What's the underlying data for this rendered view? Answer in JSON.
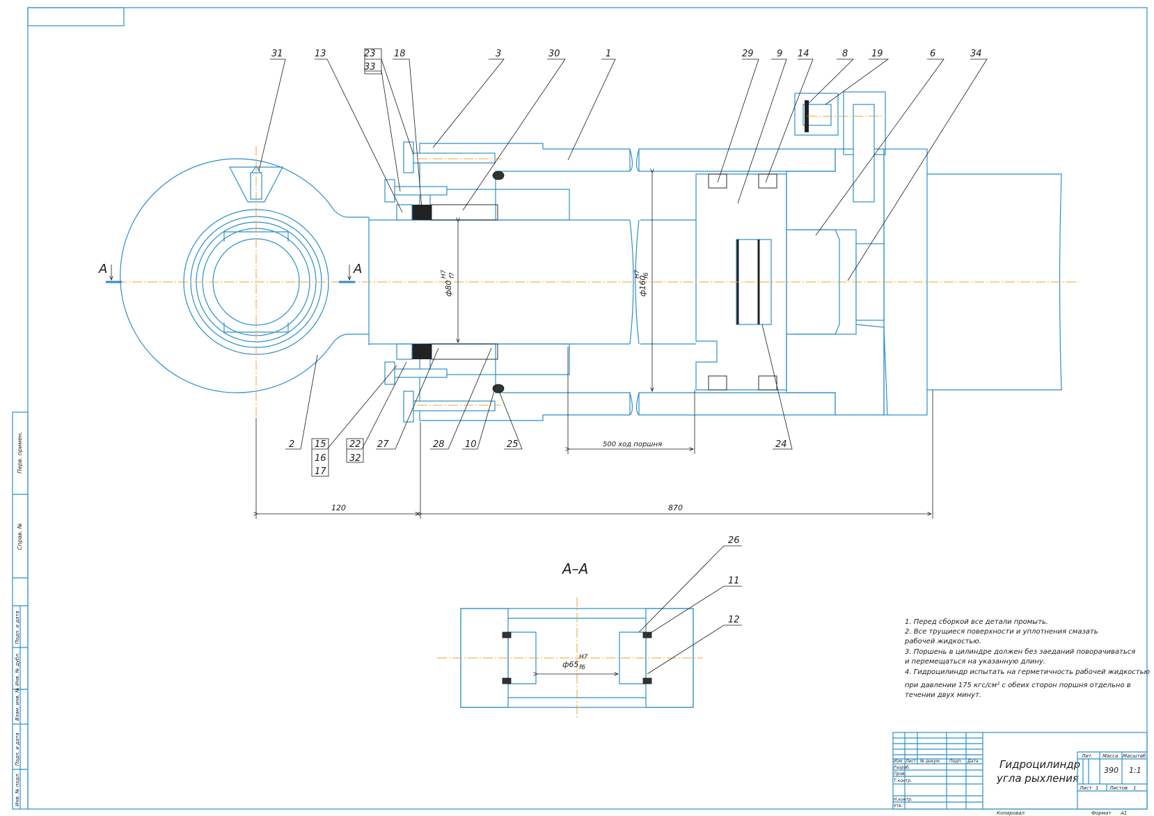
{
  "title": {
    "name_line1": "Гидроцилиндр",
    "name_line2": "угла рыхления"
  },
  "section_label": "А–А",
  "cut_label_left": "А",
  "cut_label_right": "А",
  "dimensions": {
    "d_rod": "ф80",
    "d_rod_fit_top": "H7",
    "d_rod_fit_bottom": "f7",
    "d_bore": "ф160",
    "d_bore_fit_top": "H7",
    "d_bore_fit_bottom": "f6",
    "d_eye": "ф65",
    "d_eye_fit_top": "H7",
    "d_eye_fit_bottom": "f6",
    "stroke": "500 ход поршня",
    "len_left": "120",
    "len_right": "870"
  },
  "callouts": {
    "c31": "31",
    "c13": "13",
    "c23": "23",
    "c33": "33",
    "c18": "18",
    "c3": "3",
    "c30": "30",
    "c1": "1",
    "c29": "29",
    "c9": "9",
    "c14": "14",
    "c8": "8",
    "c19": "19",
    "c6": "6",
    "c34": "34",
    "c2": "2",
    "c15": "15",
    "c16": "16",
    "c17": "17",
    "c22": "22",
    "c32": "32",
    "c27": "27",
    "c28": "28",
    "c10": "10",
    "c25": "25",
    "c24": "24",
    "c26": "26",
    "c11": "11",
    "c12": "12"
  },
  "notes": [
    "1. Перед сборкой все детали промыть.",
    "2. Все трущиеся поверхности и уплотнения смазать",
    "рабочей жидкостью.",
    "3. Поршень в цилиндре должен без заеданий поворачиваться",
    "и перемещаться на указанную длину.",
    "4. Гидроцилиндр испытать на герметичность рабочей жидкостью",
    "при давлении 175 кгс/см² с обеих сторон поршня отдельно в",
    "течении двух минут."
  ],
  "title_block": {
    "col_izm": "Изм",
    "col_list": "Лист",
    "col_doc": "№ докум.",
    "col_sign": "Подп.",
    "col_date": "Дата",
    "row_razrab": "Разраб.",
    "row_prov": "Пров.",
    "row_tkontr": "Т.контр.",
    "row_nkontr": "Н.контр.",
    "row_utv": "Утв.",
    "lit": "Лит.",
    "massa": "Масса",
    "masshtab": "Масштаб",
    "massa_value": "390",
    "scale_value": "1:1",
    "sheet": "Лист",
    "sheet_value": "1",
    "sheets": "Листов",
    "sheets_value": "1",
    "copied": "Копировал",
    "format": "Формат",
    "format_value": "А1"
  },
  "side_stamp": {
    "s1": "Перв. примен.",
    "s2": "Справ. №",
    "s3": "Подп. и дата",
    "s4": "Инв. № дубл.",
    "s5": "Взам. инв. №",
    "s6": "Подп. и дата",
    "s7": "Инв. № подл."
  }
}
